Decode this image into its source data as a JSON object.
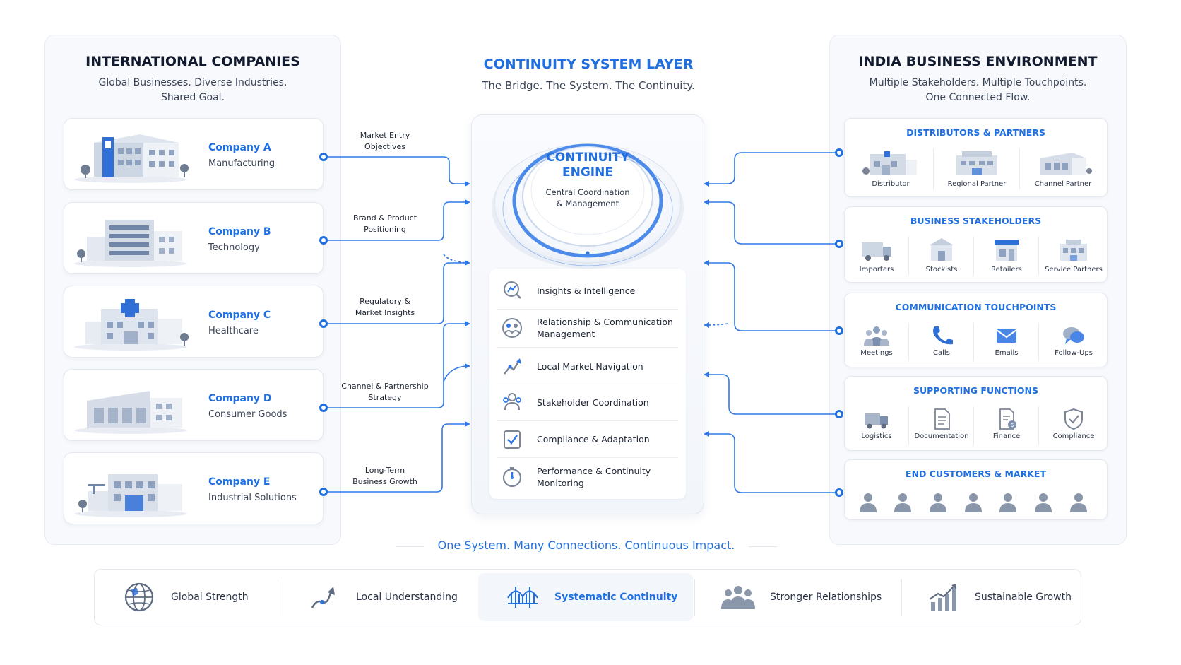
{
  "left_panel": {
    "title": "INTERNATIONAL COMPANIES",
    "subtitle_line1": "Global Businesses. Diverse Industries.",
    "subtitle_line2": "Shared Goal.",
    "companies": [
      {
        "name": "Company A",
        "industry": "Manufacturing"
      },
      {
        "name": "Company B",
        "industry": "Technology"
      },
      {
        "name": "Company C",
        "industry": "Healthcare"
      },
      {
        "name": "Company D",
        "industry": "Consumer Goods"
      },
      {
        "name": "Company E",
        "industry": "Industrial Solutions"
      }
    ]
  },
  "connectors": [
    {
      "line1": "Market Entry",
      "line2": "Objectives"
    },
    {
      "line1": "Brand & Product",
      "line2": "Positioning"
    },
    {
      "line1": "Regulatory &",
      "line2": "Market Insights"
    },
    {
      "line1": "Channel & Partnership",
      "line2": "Strategy"
    },
    {
      "line1": "Long-Term",
      "line2": "Business Growth"
    }
  ],
  "center": {
    "title": "CONTINUITY SYSTEM LAYER",
    "subtitle": "The Bridge. The System. The Continuity.",
    "engine_title_line1": "CONTINUITY",
    "engine_title_line2": "ENGINE",
    "engine_sub_line1": "Central Coordination",
    "engine_sub_line2": "& Management",
    "features": [
      {
        "line1": "Insights & Intelligence",
        "line2": "",
        "icon": "insights-icon"
      },
      {
        "line1": "Relationship & Communication",
        "line2": "Management",
        "icon": "relationship-icon"
      },
      {
        "line1": "Local Market Navigation",
        "line2": "",
        "icon": "navigation-icon"
      },
      {
        "line1": "Stakeholder Coordination",
        "line2": "",
        "icon": "stakeholder-icon"
      },
      {
        "line1": "Compliance & Adaptation",
        "line2": "",
        "icon": "compliance-check-icon"
      },
      {
        "line1": "Performance & Continuity",
        "line2": "Monitoring",
        "icon": "performance-gauge-icon"
      }
    ]
  },
  "right_panel": {
    "title": "INDIA BUSINESS ENVIRONMENT",
    "subtitle_line1": "Multiple Stakeholders. Multiple Touchpoints.",
    "subtitle_line2": "One Connected Flow.",
    "groups": [
      {
        "title": "DISTRIBUTORS & PARTNERS",
        "items": [
          "Distributor",
          "Regional Partner",
          "Channel Partner"
        ]
      },
      {
        "title": "BUSINESS STAKEHOLDERS",
        "items": [
          "Importers",
          "Stockists",
          "Retailers",
          "Service Partners"
        ]
      },
      {
        "title": "COMMUNICATION TOUCHPOINTS",
        "items": [
          "Meetings",
          "Calls",
          "Emails",
          "Follow-Ups"
        ]
      },
      {
        "title": "SUPPORTING FUNCTIONS",
        "items": [
          "Logistics",
          "Documentation",
          "Finance",
          "Compliance"
        ]
      },
      {
        "title": "END CUSTOMERS & MARKET",
        "items": []
      }
    ]
  },
  "tagline": "One System. Many Connections. Continuous Impact.",
  "bottom_bar": [
    {
      "label": "Global Strength",
      "icon": "globe-icon"
    },
    {
      "label": "Local Understanding",
      "icon": "route-arrow-icon"
    },
    {
      "label": "Systematic Continuity",
      "icon": "bridge-icon"
    },
    {
      "label": "Stronger Relationships",
      "icon": "group-icon"
    },
    {
      "label": "Sustainable Growth",
      "icon": "growth-chart-icon"
    }
  ],
  "colors": {
    "accent": "#1f6fe0",
    "text": "#1c2333",
    "muted": "#3b4457",
    "panel": "#f7f9fc"
  }
}
